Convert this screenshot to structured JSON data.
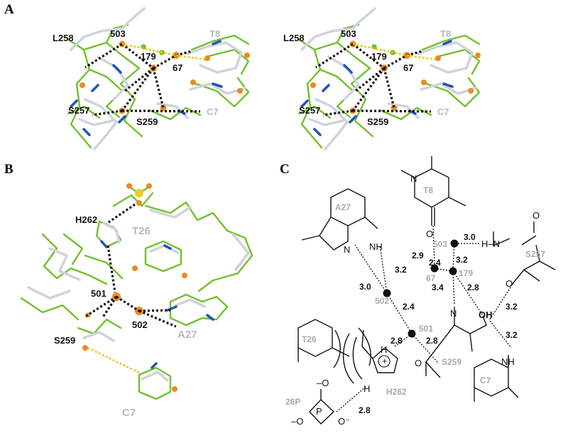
{
  "panels": {
    "a": {
      "letter": "A"
    },
    "b": {
      "letter": "B"
    },
    "c": {
      "letter": "C"
    }
  },
  "panel_a": {
    "labels": {
      "l258": "L258",
      "w503": "503",
      "t8": "T8",
      "w179": "179",
      "w67": "67",
      "s257": "S257",
      "s259": "S259",
      "c7": "C7"
    }
  },
  "panel_b": {
    "labels": {
      "h262": "H262",
      "t26": "T26",
      "w501": "501",
      "w502": "502",
      "a27": "A27",
      "s259": "S259",
      "c7": "C7"
    }
  },
  "panel_c": {
    "residues": {
      "t8": "T8",
      "a27": "A27",
      "t26": "T26",
      "s257": "S257",
      "s259": "S259",
      "h262": "H262",
      "c7": "C7",
      "p26": "26P"
    },
    "waters": {
      "w503": "503",
      "w179": "179",
      "w67": "67",
      "w502": "502",
      "w501": "501"
    },
    "distances": {
      "d503_n": "3.0",
      "d503_179": "3.2",
      "d67_179": "2.4",
      "d_o_67": "2.9",
      "d_nh_502": "3.2",
      "d_n_502": "3.0",
      "d502_501": "2.4",
      "d179_oh": "3.4",
      "d179_o": "2.8",
      "d_oh_o": "3.2",
      "d_oh_nh": "3.2",
      "d501_h": "2.8",
      "d501_o": "2.8",
      "d_p_nh": "2.8"
    },
    "atoms": {
      "n": "N",
      "o": "O",
      "h": "H",
      "nh": "NH",
      "hn": "H–N",
      "oh": "OH",
      "p": "P",
      "ominus": "O⁻",
      "minus_o": "–O",
      "plus": "+"
    }
  }
}
